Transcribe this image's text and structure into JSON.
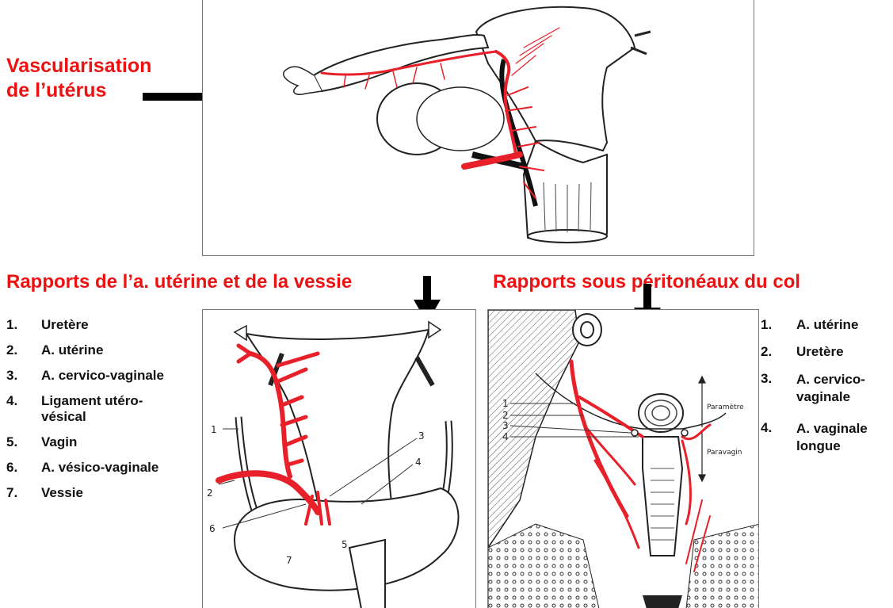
{
  "titles": {
    "main": "Vascularisation\nde l’utérus",
    "bottom_left": "Rapports de l’a. utérine et de la vessie",
    "bottom_right": "Rapports sous péritonéaux du col"
  },
  "left_list": [
    {
      "num": "1.",
      "label": "Uretère"
    },
    {
      "num": "2.",
      "label": "A. utérine"
    },
    {
      "num": "3.",
      "label": "A. cervico-vaginale"
    },
    {
      "num": "4.",
      "label": "Ligament utéro-\nvésical"
    },
    {
      "num": "5.",
      "label": "Vagin"
    },
    {
      "num": "6.",
      "label": "A. vésico-vaginale"
    },
    {
      "num": "7.",
      "label": "Vessie"
    }
  ],
  "right_list": [
    {
      "num": "1.",
      "label": "A. utérine"
    },
    {
      "num": "2.",
      "label": "Uretère"
    },
    {
      "num": "3.",
      "label": "A. cervico-\nvaginale"
    },
    {
      "num": "4.",
      "label": "A. vaginale\nlongue"
    }
  ],
  "left_figure_callouts": [
    "1",
    "2",
    "3",
    "4",
    "5",
    "6",
    "7"
  ],
  "right_figure_callouts": [
    "1",
    "2",
    "3",
    "4"
  ],
  "right_figure_levels": {
    "upper": "Paramètre",
    "lower": "Paravagin"
  },
  "colors": {
    "title": "#ee1111",
    "artery": "#e8202a",
    "text": "#111111"
  }
}
